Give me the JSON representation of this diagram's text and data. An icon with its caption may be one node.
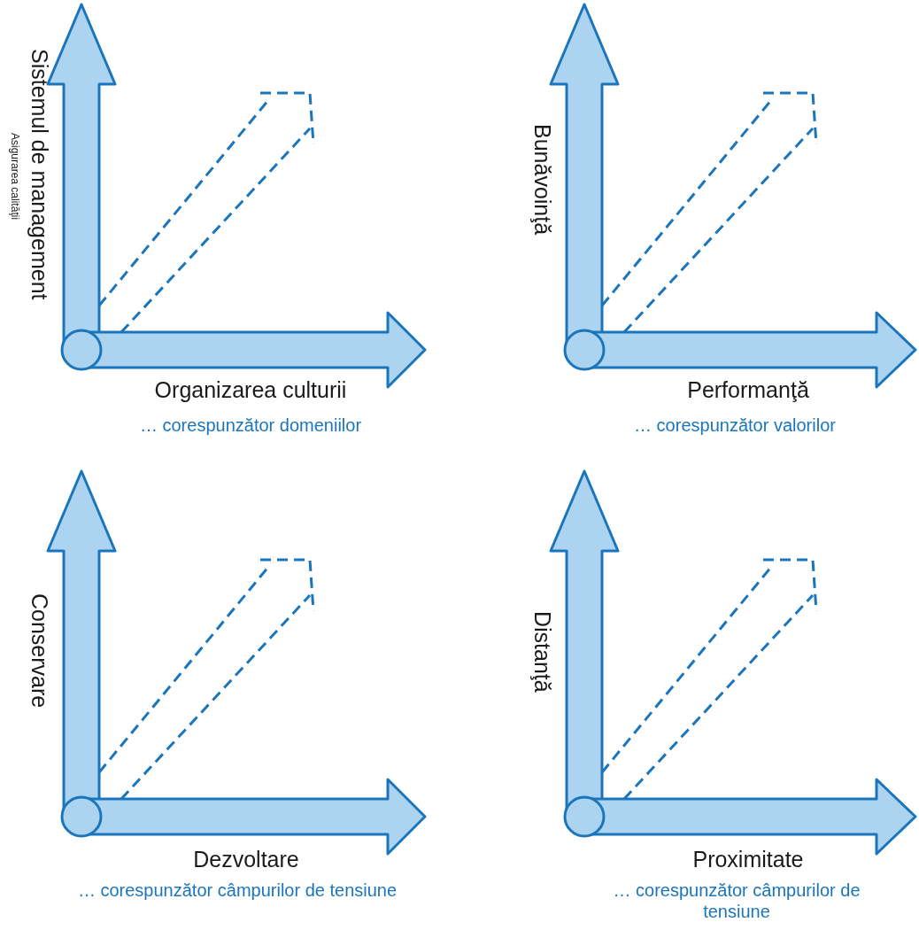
{
  "diagram": {
    "labels": [
      "Sistemul de management",
      "Asigurarea calităţii",
      "Organizarea culturii",
      "… corespunzător domeniilor",
      "Bunăvoinţă",
      "Performanţă",
      "… corespunzător valorilor",
      "Conservare",
      "Dezvoltare",
      "… corespunzător câmpurilor de tensiune",
      "Distanţă",
      "Proximitate",
      "… corespunzător câmpurilor de tensiune"
    ]
  }
}
